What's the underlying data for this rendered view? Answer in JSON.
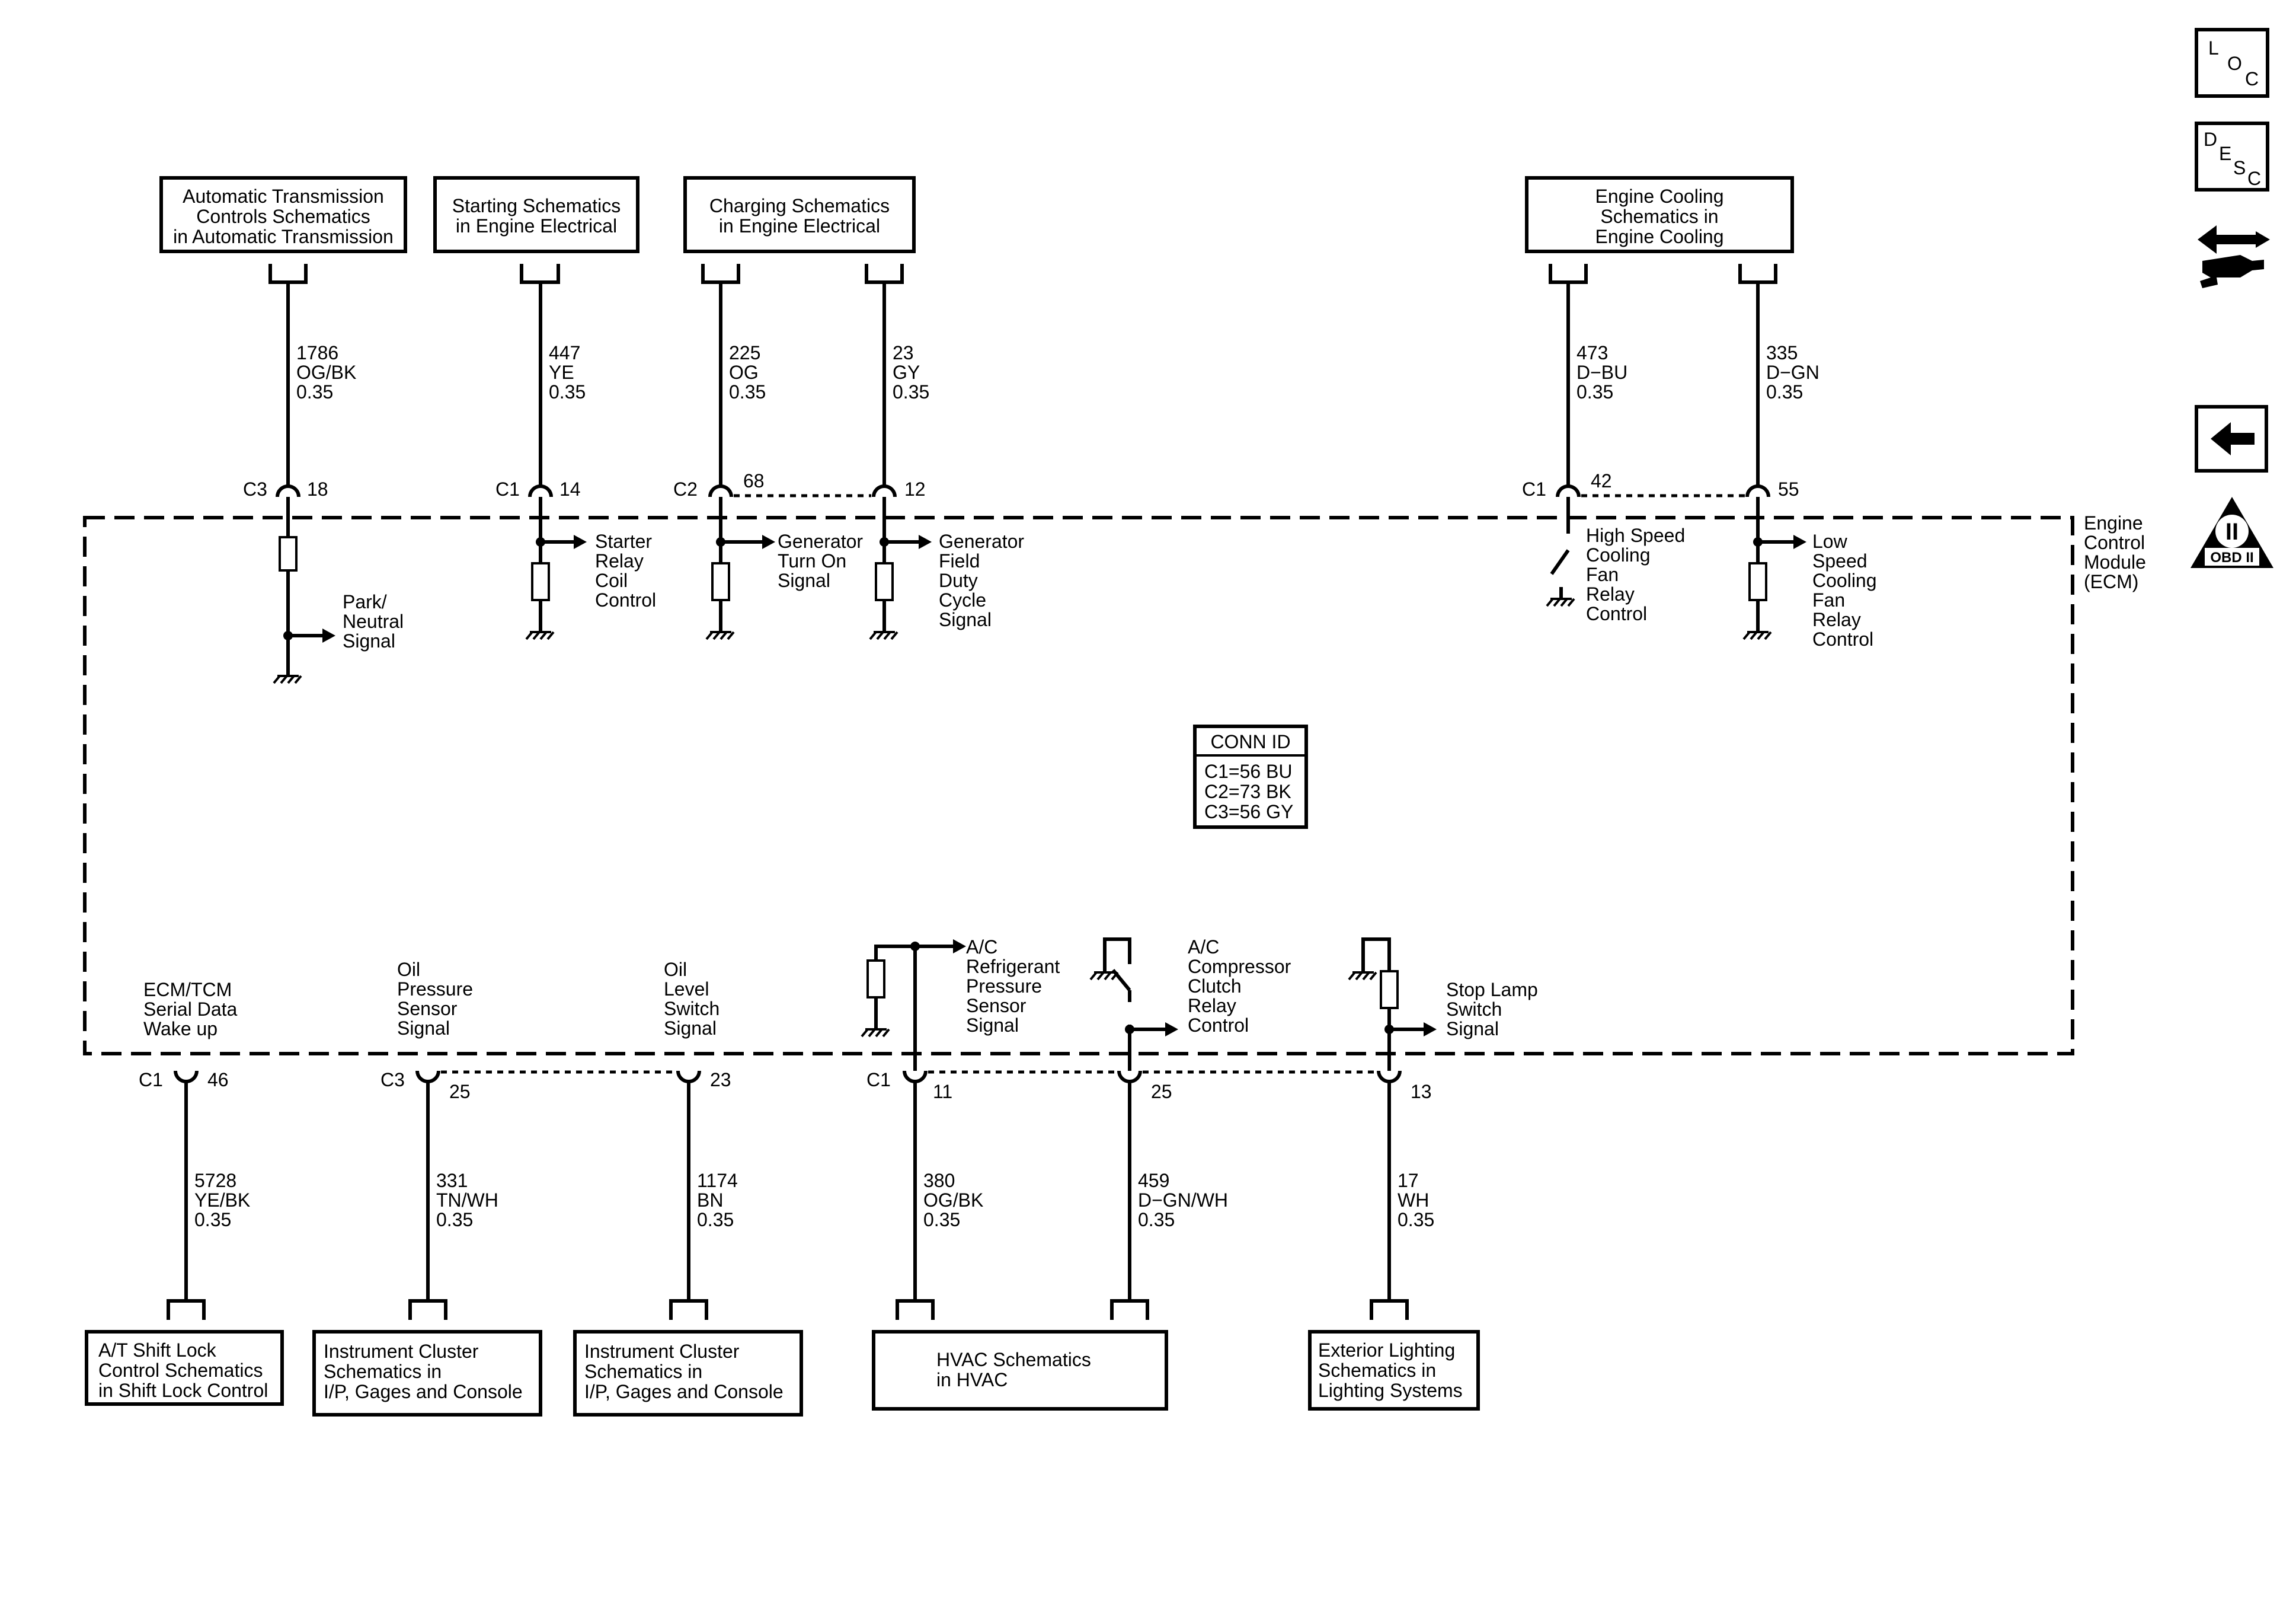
{
  "module": {
    "label": [
      "Engine",
      "Control",
      "Module",
      "(ECM)"
    ]
  },
  "conn_id": {
    "title": "CONN ID",
    "lines": [
      "C1=56 BU",
      "C2=73 BK",
      "C3=56 GY"
    ]
  },
  "side_icons": {
    "loc": [
      "L",
      "O",
      "C"
    ],
    "desc": [
      "D",
      "E",
      "S",
      "C"
    ],
    "obd": {
      "numeral": "II",
      "label": "OBD II"
    },
    "icons": [
      "loc-icon",
      "desc-icon",
      "connector-wrench-icon",
      "back-arrow-icon",
      "obd-ii-icon"
    ]
  },
  "top_boxes": [
    {
      "id": "atc",
      "lines": [
        "Automatic Transmission",
        "Controls Schematics",
        "in Automatic Transmission"
      ]
    },
    {
      "id": "start",
      "lines": [
        "Starting Schematics",
        "in Engine Electrical"
      ]
    },
    {
      "id": "charge",
      "lines": [
        "Charging Schematics",
        "in Engine Electrical"
      ]
    },
    {
      "id": "cool",
      "lines": [
        "Engine Cooling",
        "Schematics in",
        "Engine Cooling"
      ]
    }
  ],
  "bottom_boxes": [
    {
      "id": "shiftlock",
      "lines": [
        "A/T Shift Lock",
        "Control Schematics",
        "in Shift Lock Control"
      ]
    },
    {
      "id": "ic1",
      "lines": [
        "Instrument Cluster",
        "Schematics in",
        "I/P, Gages and Console"
      ]
    },
    {
      "id": "ic2",
      "lines": [
        "Instrument Cluster",
        "Schematics in",
        "I/P, Gages and Console"
      ]
    },
    {
      "id": "hvac",
      "lines": [
        "HVAC Schematics",
        "in HVAC"
      ]
    },
    {
      "id": "extlight",
      "lines": [
        "Exterior Lighting",
        "Schematics in",
        "Lighting Systems"
      ]
    }
  ],
  "top_circuits": [
    {
      "connector": "C3",
      "pin": "18",
      "wire": [
        "1786",
        "OG/BK",
        "0.35"
      ],
      "signal": [
        "Park/",
        "Neutral",
        "Signal"
      ]
    },
    {
      "connector": "C1",
      "pin": "14",
      "wire": [
        "447",
        "YE",
        "0.35"
      ],
      "signal": [
        "Starter",
        "Relay",
        "Coil",
        "Control"
      ]
    },
    {
      "connector": "C2",
      "pin": "68",
      "wire": [
        "225",
        "OG",
        "0.35"
      ],
      "signal": [
        "Generator",
        "Turn On",
        "Signal"
      ]
    },
    {
      "connector": "",
      "pin": "12",
      "wire": [
        "23",
        "GY",
        "0.35"
      ],
      "signal": [
        "Generator",
        "Field",
        "Duty",
        "Cycle",
        "Signal"
      ]
    },
    {
      "connector": "C1",
      "pin": "42",
      "wire": [
        "473",
        "D−BU",
        "0.35"
      ],
      "signal": [
        "High Speed",
        "Cooling",
        "Fan",
        "Relay",
        "Control"
      ]
    },
    {
      "connector": "",
      "pin": "55",
      "wire": [
        "335",
        "D−GN",
        "0.35"
      ],
      "signal": [
        "Low",
        "Speed",
        "Cooling",
        "Fan",
        "Relay",
        "Control"
      ]
    }
  ],
  "bottom_circuits": [
    {
      "connector": "C1",
      "pin": "46",
      "wire": [
        "5728",
        "YE/BK",
        "0.35"
      ],
      "signal": [
        "ECM/TCM",
        "Serial Data",
        "Wake up"
      ]
    },
    {
      "connector": "C3",
      "pin": "25",
      "wire": [
        "331",
        "TN/WH",
        "0.35"
      ],
      "signal": [
        "Oil",
        "Pressure",
        "Sensor",
        "Signal"
      ]
    },
    {
      "connector": "",
      "pin": "23",
      "wire": [
        "1174",
        "BN",
        "0.35"
      ],
      "signal": [
        "Oil",
        "Level",
        "Switch",
        "Signal"
      ]
    },
    {
      "connector": "C1",
      "pin": "11",
      "wire": [
        "380",
        "OG/BK",
        "0.35"
      ],
      "signal": [
        "A/C",
        "Refrigerant",
        "Pressure",
        "Sensor",
        "Signal"
      ]
    },
    {
      "connector": "",
      "pin": "25",
      "wire": [
        "459",
        "D−GN/WH",
        "0.35"
      ],
      "signal": [
        "A/C",
        "Compressor",
        "Clutch",
        "Relay",
        "Control"
      ]
    },
    {
      "connector": "",
      "pin": "13",
      "wire": [
        "17",
        "WH",
        "0.35"
      ],
      "signal": [
        "Stop Lamp",
        "Switch",
        "Signal"
      ]
    }
  ]
}
